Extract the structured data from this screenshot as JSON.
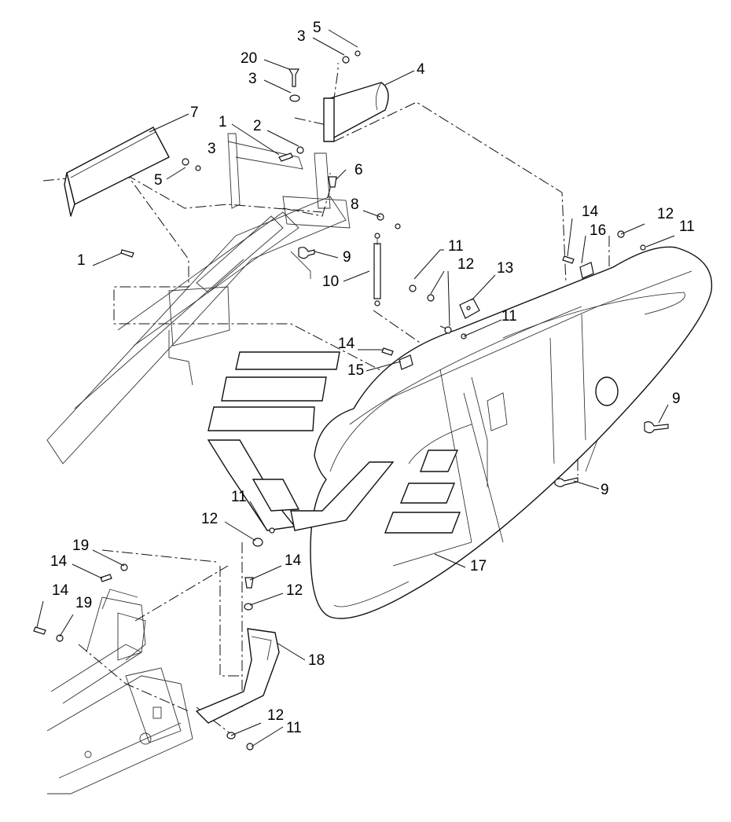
{
  "callouts": {
    "c1": "5",
    "c2": "3",
    "c3": "20",
    "c4": "3",
    "c5": "4",
    "c6": "7",
    "c7": "1",
    "c8": "2",
    "c9": "3",
    "c10": "5",
    "c11": "6",
    "c12": "8",
    "c13": "1",
    "c14": "9",
    "c15": "10",
    "c16": "14",
    "c17": "16",
    "c18": "12",
    "c19": "11",
    "c20": "11",
    "c21": "12",
    "c22": "13",
    "c23": "11",
    "c24": "14",
    "c25": "15",
    "c26": "9",
    "c27": "9",
    "c28": "11",
    "c29": "12",
    "c30": "14",
    "c31": "12",
    "c32": "19",
    "c33": "14",
    "c34": "14",
    "c35": "19",
    "c36": "17",
    "c37": "18",
    "c38": "12",
    "c39": "11"
  }
}
